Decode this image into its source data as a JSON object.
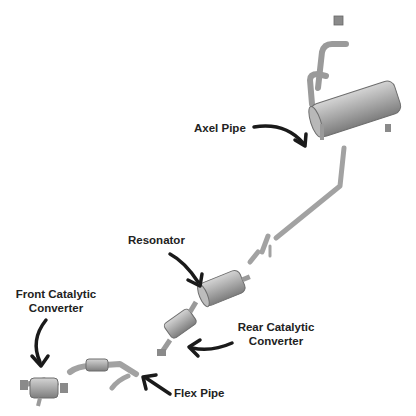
{
  "diagram": {
    "labels": [
      "Axel Pipe",
      "Resonator",
      "Front Catalytic Converter",
      "Rear Catalytic Converter",
      "Flex Pipe"
    ]
  }
}
